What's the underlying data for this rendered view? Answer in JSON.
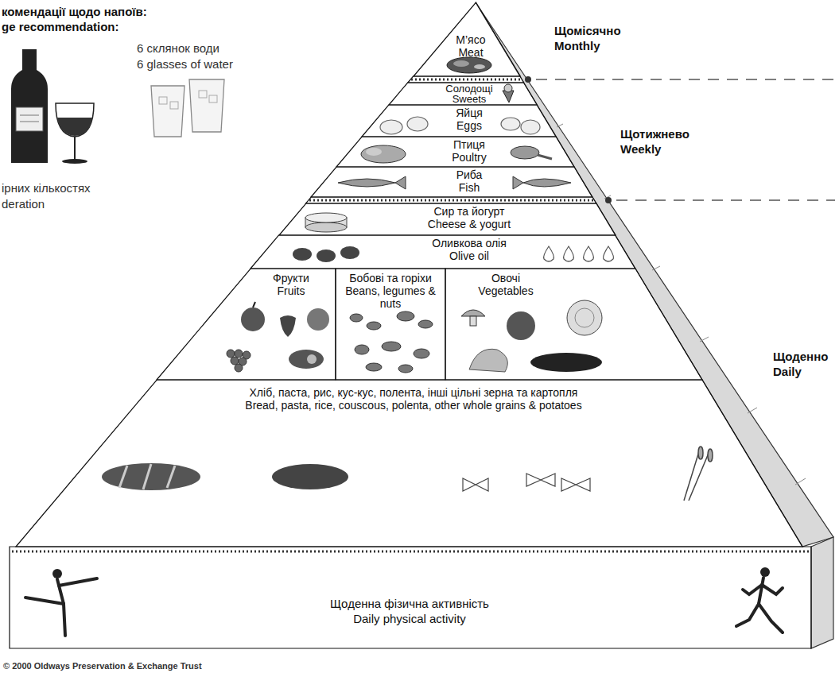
{
  "diagram": {
    "nodes": [
      {
        "text": [
          "М’ясо",
          "Meat"
        ]
      },
      {
        "text": [
          "Солодощі",
          "Sweets"
        ]
      },
      {
        "text": [
          "Яйця",
          "Eggs"
        ]
      },
      {
        "text": [
          "Птиця",
          "Poultry"
        ]
      },
      {
        "text": [
          "Риба",
          "Fish"
        ]
      },
      {
        "text": [
          "Сир та йогурт",
          "Cheese & yogurt"
        ]
      },
      {
        "text": [
          "Оливкова олія",
          "Olive oil"
        ]
      },
      {
        "text": [
          "Фрукти",
          "Fruits"
        ]
      },
      {
        "text": [
          "Бобові та горіхи",
          "Beans, legumes & nuts"
        ]
      },
      {
        "text": [
          "Овочі",
          "Vegetables"
        ]
      },
      {
        "text": [
          "Хліб, паста, рис, кус-кус, полента, інші цільні зерна та картопля",
          "Bread, pasta, rice, couscous, polenta, other whole grains & potatoes"
        ]
      },
      {
        "text": [
          "Щоденна фізична активність",
          "Daily physical activity"
        ]
      }
    ],
    "labels": [
      "комендації щодо напоїв:",
      "ge recommendation:",
      "6 склянок води",
      "6 glasses of water",
      "ірних кількостях",
      "deration",
      "Щомісячно",
      "Monthly",
      "Щотижнево",
      "Weekly",
      "Щоденно",
      "Daily",
      "© 2000 Oldways Preservation & Exchange Trust"
    ]
  }
}
